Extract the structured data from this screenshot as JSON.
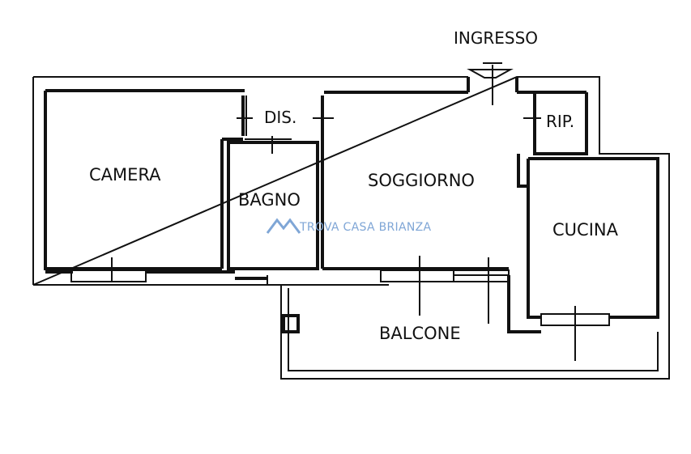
{
  "rooms": {
    "camera": "CAMERA",
    "bagno": "BAGNO",
    "dis": "DIS.",
    "soggiorno": "SOGGIORNO",
    "rip": "RIP.",
    "cucina": "CUCINA",
    "balcone": "BALCONE",
    "ingresso": "INGRESSO"
  },
  "watermark": {
    "text": "TROVA CASA BRIANZA",
    "color": "#7fa6d6"
  },
  "colors": {
    "wall": "#111111",
    "background": "#ffffff"
  }
}
